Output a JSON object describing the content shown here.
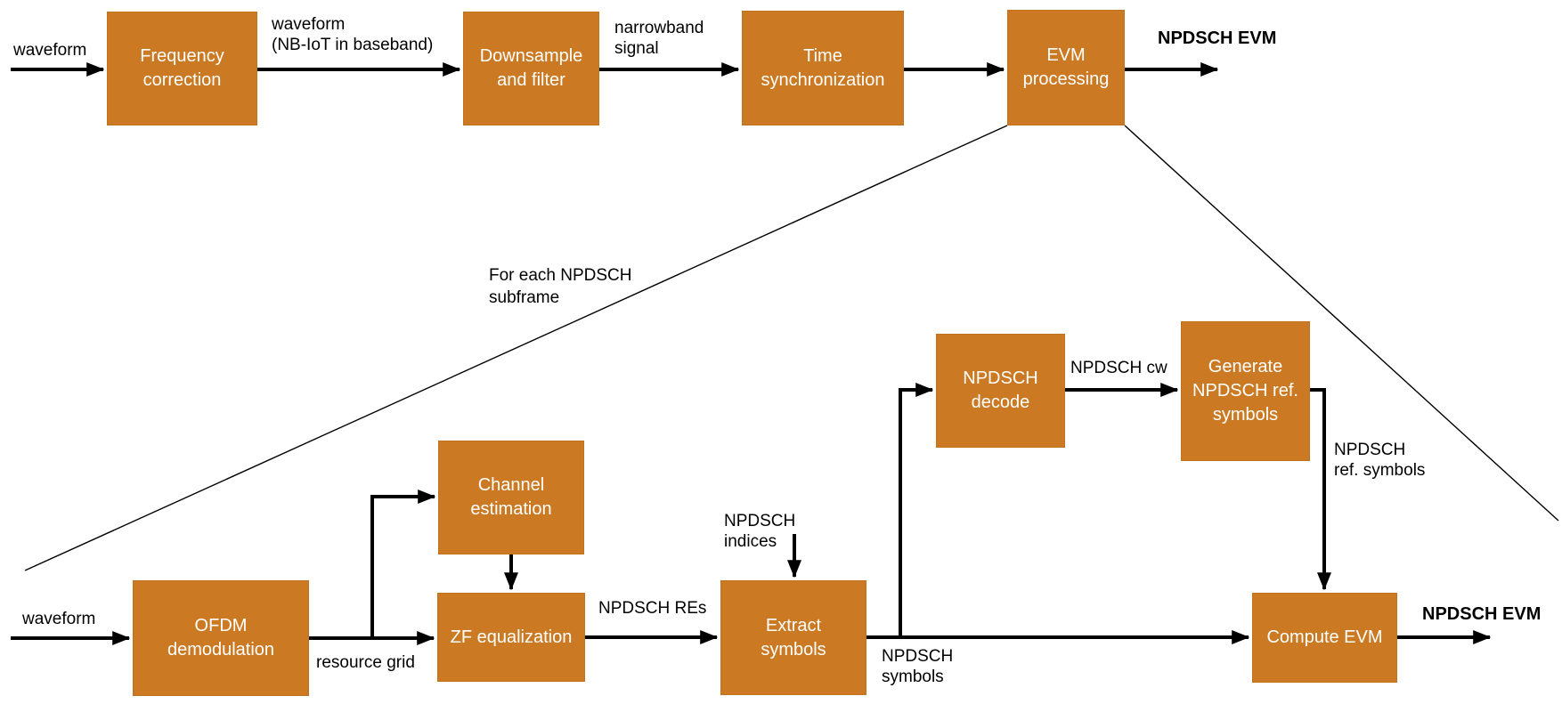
{
  "diagram": {
    "title_semantics": "NPDSCH EVM measurement processing chain",
    "colors": {
      "box_fill": "#CB7A23",
      "box_text": "#ffffff",
      "label_text": "#000000",
      "line": "#000000",
      "background": "#ffffff"
    },
    "top_flow": {
      "input_label": "waveform",
      "blocks": {
        "frequency_correction": "Frequency\ncorrection",
        "downsample_filter": "Downsample\nand filter",
        "time_synchronization": "Time\nsynchronization",
        "evm_processing": "EVM\nprocessing"
      },
      "edge_labels": {
        "waveform_baseband": "waveform\n(NB-IoT in baseband)",
        "narrowband_signal": "narrowband\nsignal",
        "output": "NPDSCH EVM"
      }
    },
    "expansion_label": "For each NPDSCH\nsubframe",
    "bottom_flow": {
      "input_label": "waveform",
      "blocks": {
        "ofdm_demodulation": "OFDM\ndemodulation",
        "channel_estimation": "Channel\nestimation",
        "zf_equalization": "ZF equalization",
        "extract_symbols": "Extract\nsymbols",
        "npdsch_decode": "NPDSCH\ndecode",
        "generate_ref_symbols": "Generate\nNPDSCH ref.\nsymbols",
        "compute_evm": "Compute EVM"
      },
      "edge_labels": {
        "resource_grid": "resource grid",
        "npdsch_res": "NPDSCH REs",
        "npdsch_indices": "NPDSCH\nindices",
        "npdsch_symbols": "NPDSCH\nsymbols",
        "npdsch_cw": "NPDSCH cw",
        "npdsch_ref_symbols": "NPDSCH\nref. symbols",
        "output": "NPDSCH EVM"
      }
    }
  }
}
